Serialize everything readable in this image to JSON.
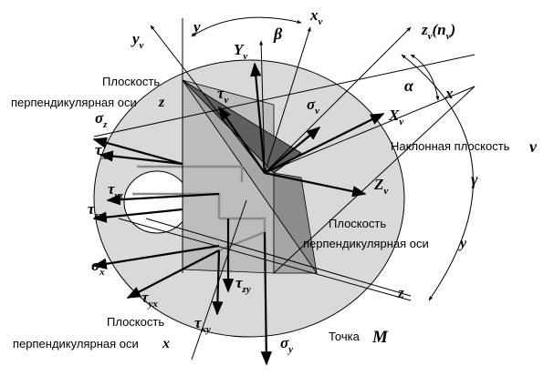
{
  "colors": {
    "sphere_fill": "#d9d9d9",
    "plane_z_fill": "#bdbdbd",
    "oblique_plane_dark": "#5f5f5f",
    "oblique_plane_mid": "#8c8c8c",
    "background": "#ffffff",
    "line": "#000000"
  },
  "annotations": {
    "plane_z_line1": "Плоскость",
    "plane_z_line2": "перпендикулярная оси",
    "plane_z_axis": "z",
    "oblique_plane": "Наклонная плоскость",
    "oblique_plane_symbol": "ν",
    "plane_y_line1": "Плоскость",
    "plane_y_line2": "перпендикулярная оси",
    "plane_y_axis": "y",
    "plane_x_line1": "Плоскость",
    "plane_x_line2": "перпендикулярная оси",
    "plane_x_axis": "x",
    "point_label": "Точка",
    "point_symbol": "M"
  },
  "axes": {
    "y_nu": "y",
    "y_nu_sub": "ν",
    "y": "y",
    "x_nu": "x",
    "x_nu_sub": "ν",
    "z_nu": "z",
    "z_nu_sub": "ν",
    "n_nu": "(n",
    "n_nu_sub": "ν",
    "n_nu_close": ")",
    "x": "x",
    "z": "z"
  },
  "angles": {
    "beta": "β",
    "alpha": "α",
    "gamma": "γ"
  },
  "stress_labels": {
    "Y_nu": "Y",
    "Y_nu_sub": "ν",
    "tau_nu": "τ",
    "tau_nu_sub": "ν",
    "sigma_nu": "σ",
    "sigma_nu_sub": "ν",
    "X_nu": "X",
    "X_nu_sub": "ν",
    "Z_nu": "Z",
    "Z_nu_sub": "ν",
    "sigma_z": "σ",
    "sigma_z_sub": "z",
    "tau_xz": "τ",
    "tau_xz_sub": "xz",
    "tau_yz": "τ",
    "tau_yz_sub": "yz",
    "tau_zx": "τ",
    "tau_zx_sub": "zx",
    "sigma_x": "σ",
    "sigma_x_sub": "x",
    "tau_yx": "τ",
    "tau_yx_sub": "yx",
    "tau_zy": "τ",
    "tau_zy_sub": "zy",
    "tau_xy": "τ",
    "tau_xy_sub": "xy",
    "sigma_y": "σ",
    "sigma_y_sub": "y"
  }
}
